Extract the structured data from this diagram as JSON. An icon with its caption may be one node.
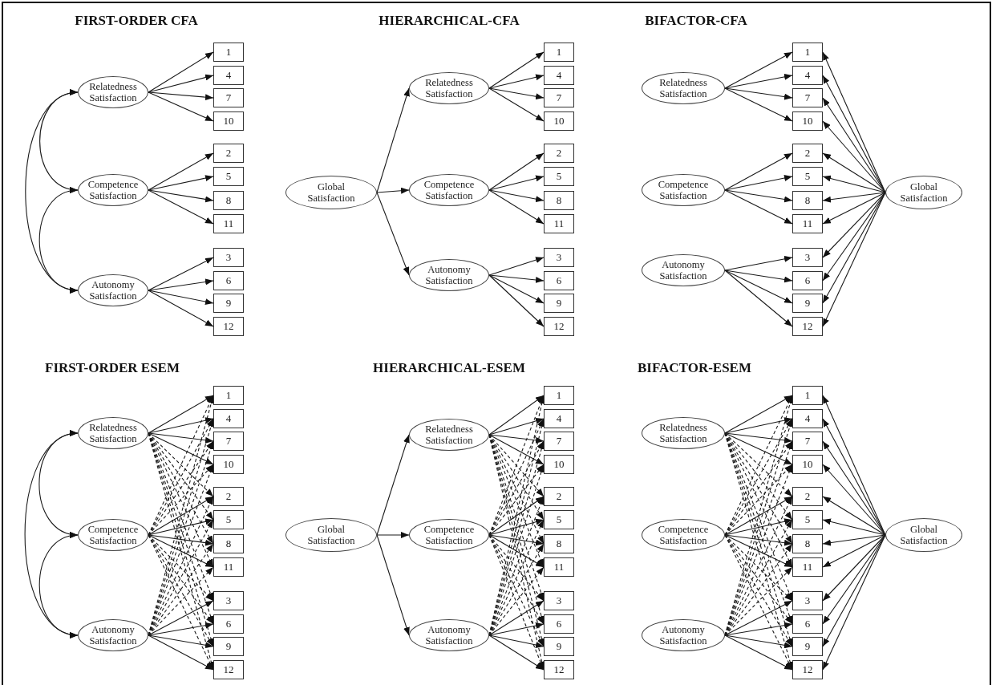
{
  "diagram": {
    "nodes": [
      {
        "text": [
          "Relatedness Satisfaction"
        ]
      },
      {
        "text": [
          "Competence Satisfaction"
        ]
      },
      {
        "text": [
          "Autonomy Satisfaction"
        ]
      },
      {
        "text": [
          "1"
        ]
      },
      {
        "text": [
          "4"
        ]
      },
      {
        "text": [
          "7"
        ]
      },
      {
        "text": [
          "10"
        ]
      },
      {
        "text": [
          "2"
        ]
      },
      {
        "text": [
          "5"
        ]
      },
      {
        "text": [
          "8"
        ]
      },
      {
        "text": [
          "11"
        ]
      },
      {
        "text": [
          "3"
        ]
      },
      {
        "text": [
          "6"
        ]
      },
      {
        "text": [
          "9"
        ]
      },
      {
        "text": [
          "12"
        ]
      },
      {
        "text": [
          "Global Satisfaction"
        ]
      },
      {
        "text": [
          "Relatedness Satisfaction"
        ]
      },
      {
        "text": [
          "Competence Satisfaction"
        ]
      },
      {
        "text": [
          "Autonomy Satisfaction"
        ]
      },
      {
        "text": [
          "1"
        ]
      },
      {
        "text": [
          "4"
        ]
      },
      {
        "text": [
          "7"
        ]
      },
      {
        "text": [
          "10"
        ]
      },
      {
        "text": [
          "2"
        ]
      },
      {
        "text": [
          "5"
        ]
      },
      {
        "text": [
          "8"
        ]
      },
      {
        "text": [
          "11"
        ]
      },
      {
        "text": [
          "3"
        ]
      },
      {
        "text": [
          "6"
        ]
      },
      {
        "text": [
          "9"
        ]
      },
      {
        "text": [
          "12"
        ]
      },
      {
        "text": [
          "Relatedness Satisfaction"
        ]
      },
      {
        "text": [
          "Competence Satisfaction"
        ]
      },
      {
        "text": [
          "Autonomy Satisfaction"
        ]
      },
      {
        "text": [
          "1"
        ]
      },
      {
        "text": [
          "4"
        ]
      },
      {
        "text": [
          "7"
        ]
      },
      {
        "text": [
          "10"
        ]
      },
      {
        "text": [
          "2"
        ]
      },
      {
        "text": [
          "5"
        ]
      },
      {
        "text": [
          "8"
        ]
      },
      {
        "text": [
          "11"
        ]
      },
      {
        "text": [
          "3"
        ]
      },
      {
        "text": [
          "6"
        ]
      },
      {
        "text": [
          "9"
        ]
      },
      {
        "text": [
          "12"
        ]
      },
      {
        "text": [
          "Global Satisfaction"
        ]
      },
      {
        "text": [
          "Relatedness Satisfaction"
        ]
      },
      {
        "text": [
          "Competence Satisfaction"
        ]
      },
      {
        "text": [
          "Autonomy Satisfaction"
        ]
      },
      {
        "text": [
          "1"
        ]
      },
      {
        "text": [
          "4"
        ]
      },
      {
        "text": [
          "7"
        ]
      },
      {
        "text": [
          "10"
        ]
      },
      {
        "text": [
          "2"
        ]
      },
      {
        "text": [
          "5"
        ]
      },
      {
        "text": [
          "8"
        ]
      },
      {
        "text": [
          "11"
        ]
      },
      {
        "text": [
          "3"
        ]
      },
      {
        "text": [
          "6"
        ]
      },
      {
        "text": [
          "9"
        ]
      },
      {
        "text": [
          "12"
        ]
      },
      {
        "text": [
          "Global Satisfaction"
        ]
      },
      {
        "text": [
          "Relatedness Satisfaction"
        ]
      },
      {
        "text": [
          "Competence Satisfaction"
        ]
      },
      {
        "text": [
          "Autonomy Satisfaction"
        ]
      },
      {
        "text": [
          "1"
        ]
      },
      {
        "text": [
          "4"
        ]
      },
      {
        "text": [
          "7"
        ]
      },
      {
        "text": [
          "10"
        ]
      },
      {
        "text": [
          "2"
        ]
      },
      {
        "text": [
          "5"
        ]
      },
      {
        "text": [
          "8"
        ]
      },
      {
        "text": [
          "11"
        ]
      },
      {
        "text": [
          "3"
        ]
      },
      {
        "text": [
          "6"
        ]
      },
      {
        "text": [
          "9"
        ]
      },
      {
        "text": [
          "12"
        ]
      },
      {
        "text": [
          "Relatedness Satisfaction"
        ]
      },
      {
        "text": [
          "Competence Satisfaction"
        ]
      },
      {
        "text": [
          "Autonomy Satisfaction"
        ]
      },
      {
        "text": [
          "1"
        ]
      },
      {
        "text": [
          "4"
        ]
      },
      {
        "text": [
          "7"
        ]
      },
      {
        "text": [
          "10"
        ]
      },
      {
        "text": [
          "2"
        ]
      },
      {
        "text": [
          "5"
        ]
      },
      {
        "text": [
          "8"
        ]
      },
      {
        "text": [
          "11"
        ]
      },
      {
        "text": [
          "3"
        ]
      },
      {
        "text": [
          "6"
        ]
      },
      {
        "text": [
          "9"
        ]
      },
      {
        "text": [
          "12"
        ]
      },
      {
        "text": [
          "Global Satisfaction"
        ]
      }
    ],
    "edges": [
      {
        "from": 0,
        "to": 3,
        "arrow": "to"
      },
      {
        "from": 0,
        "to": 4,
        "arrow": "to"
      },
      {
        "from": 0,
        "to": 5,
        "arrow": "to"
      },
      {
        "from": 0,
        "to": 6,
        "arrow": "to"
      },
      {
        "from": 1,
        "to": 7,
        "arrow": "to"
      },
      {
        "from": 1,
        "to": 8,
        "arrow": "to"
      },
      {
        "from": 1,
        "to": 9,
        "arrow": "to"
      },
      {
        "from": 1,
        "to": 10,
        "arrow": "to"
      },
      {
        "from": 2,
        "to": 11,
        "arrow": "to"
      },
      {
        "from": 2,
        "to": 12,
        "arrow": "to"
      },
      {
        "from": 2,
        "to": 13,
        "arrow": "to"
      },
      {
        "from": 2,
        "to": 14,
        "arrow": "to"
      },
      {
        "from": 0,
        "to": 1,
        "arrow": "both"
      },
      {
        "from": 1,
        "to": 2,
        "arrow": "both"
      },
      {
        "from": 0,
        "to": 2,
        "arrow": "both"
      },
      {
        "from": 15,
        "to": 16,
        "arrow": "to"
      },
      {
        "from": 15,
        "to": 17,
        "arrow": "to"
      },
      {
        "from": 15,
        "to": 18,
        "arrow": "to"
      },
      {
        "from": 16,
        "to": 19,
        "arrow": "to"
      },
      {
        "from": 16,
        "to": 20,
        "arrow": "to"
      },
      {
        "from": 16,
        "to": 21,
        "arrow": "to"
      },
      {
        "from": 16,
        "to": 22,
        "arrow": "to"
      },
      {
        "from": 17,
        "to": 23,
        "arrow": "to"
      },
      {
        "from": 17,
        "to": 24,
        "arrow": "to"
      },
      {
        "from": 17,
        "to": 25,
        "arrow": "to"
      },
      {
        "from": 17,
        "to": 26,
        "arrow": "to"
      },
      {
        "from": 18,
        "to": 27,
        "arrow": "to"
      },
      {
        "from": 18,
        "to": 28,
        "arrow": "to"
      },
      {
        "from": 18,
        "to": 29,
        "arrow": "to"
      },
      {
        "from": 18,
        "to": 30,
        "arrow": "to"
      },
      {
        "from": 31,
        "to": 34,
        "arrow": "to"
      },
      {
        "from": 31,
        "to": 35,
        "arrow": "to"
      },
      {
        "from": 31,
        "to": 36,
        "arrow": "to"
      },
      {
        "from": 31,
        "to": 37,
        "arrow": "to"
      },
      {
        "from": 32,
        "to": 38,
        "arrow": "to"
      },
      {
        "from": 32,
        "to": 39,
        "arrow": "to"
      },
      {
        "from": 32,
        "to": 40,
        "arrow": "to"
      },
      {
        "from": 32,
        "to": 41,
        "arrow": "to"
      },
      {
        "from": 33,
        "to": 42,
        "arrow": "to"
      },
      {
        "from": 33,
        "to": 43,
        "arrow": "to"
      },
      {
        "from": 33,
        "to": 44,
        "arrow": "to"
      },
      {
        "from": 33,
        "to": 45,
        "arrow": "to"
      },
      {
        "from": 46,
        "to": 34,
        "arrow": "to"
      },
      {
        "from": 46,
        "to": 35,
        "arrow": "to"
      },
      {
        "from": 46,
        "to": 36,
        "arrow": "to"
      },
      {
        "from": 46,
        "to": 37,
        "arrow": "to"
      },
      {
        "from": 46,
        "to": 38,
        "arrow": "to"
      },
      {
        "from": 46,
        "to": 39,
        "arrow": "to"
      },
      {
        "from": 46,
        "to": 40,
        "arrow": "to"
      },
      {
        "from": 46,
        "to": 41,
        "arrow": "to"
      },
      {
        "from": 46,
        "to": 42,
        "arrow": "to"
      },
      {
        "from": 46,
        "to": 43,
        "arrow": "to"
      },
      {
        "from": 46,
        "to": 44,
        "arrow": "to"
      },
      {
        "from": 46,
        "to": 45,
        "arrow": "to"
      },
      {
        "from": 47,
        "to": 50,
        "arrow": "to"
      },
      {
        "from": 47,
        "to": 51,
        "arrow": "to"
      },
      {
        "from": 47,
        "to": 52,
        "arrow": "to"
      },
      {
        "from": 47,
        "to": 53,
        "arrow": "to"
      },
      {
        "from": 47,
        "to": 54,
        "arrow": "to",
        "style": "dashed"
      },
      {
        "from": 47,
        "to": 55,
        "arrow": "to",
        "style": "dashed"
      },
      {
        "from": 47,
        "to": 56,
        "arrow": "to",
        "style": "dashed"
      },
      {
        "from": 47,
        "to": 57,
        "arrow": "to",
        "style": "dashed"
      },
      {
        "from": 47,
        "to": 58,
        "arrow": "to",
        "style": "dashed"
      },
      {
        "from": 47,
        "to": 59,
        "arrow": "to",
        "style": "dashed"
      },
      {
        "from": 47,
        "to": 60,
        "arrow": "to",
        "style": "dashed"
      },
      {
        "from": 47,
        "to": 61,
        "arrow": "to",
        "style": "dashed"
      },
      {
        "from": 48,
        "to": 50,
        "arrow": "to",
        "style": "dashed"
      },
      {
        "from": 48,
        "to": 51,
        "arrow": "to",
        "style": "dashed"
      },
      {
        "from": 48,
        "to": 52,
        "arrow": "to",
        "style": "dashed"
      },
      {
        "from": 48,
        "to": 53,
        "arrow": "to",
        "style": "dashed"
      },
      {
        "from": 48,
        "to": 54,
        "arrow": "to"
      },
      {
        "from": 48,
        "to": 55,
        "arrow": "to"
      },
      {
        "from": 48,
        "to": 56,
        "arrow": "to"
      },
      {
        "from": 48,
        "to": 57,
        "arrow": "to"
      },
      {
        "from": 48,
        "to": 58,
        "arrow": "to",
        "style": "dashed"
      },
      {
        "from": 48,
        "to": 59,
        "arrow": "to",
        "style": "dashed"
      },
      {
        "from": 48,
        "to": 60,
        "arrow": "to",
        "style": "dashed"
      },
      {
        "from": 48,
        "to": 61,
        "arrow": "to",
        "style": "dashed"
      },
      {
        "from": 49,
        "to": 50,
        "arrow": "to",
        "style": "dashed"
      },
      {
        "from": 49,
        "to": 51,
        "arrow": "to",
        "style": "dashed"
      },
      {
        "from": 49,
        "to": 52,
        "arrow": "to",
        "style": "dashed"
      },
      {
        "from": 49,
        "to": 53,
        "arrow": "to",
        "style": "dashed"
      },
      {
        "from": 49,
        "to": 54,
        "arrow": "to",
        "style": "dashed"
      },
      {
        "from": 49,
        "to": 55,
        "arrow": "to",
        "style": "dashed"
      },
      {
        "from": 49,
        "to": 56,
        "arrow": "to",
        "style": "dashed"
      },
      {
        "from": 49,
        "to": 57,
        "arrow": "to",
        "style": "dashed"
      },
      {
        "from": 49,
        "to": 58,
        "arrow": "to"
      },
      {
        "from": 49,
        "to": 59,
        "arrow": "to"
      },
      {
        "from": 49,
        "to": 60,
        "arrow": "to"
      },
      {
        "from": 49,
        "to": 61,
        "arrow": "to"
      },
      {
        "from": 47,
        "to": 48,
        "arrow": "both"
      },
      {
        "from": 48,
        "to": 49,
        "arrow": "both"
      },
      {
        "from": 47,
        "to": 49,
        "arrow": "both"
      },
      {
        "from": 62,
        "to": 63,
        "arrow": "to"
      },
      {
        "from": 62,
        "to": 64,
        "arrow": "to"
      },
      {
        "from": 62,
        "to": 65,
        "arrow": "to"
      },
      {
        "from": 63,
        "to": 66,
        "arrow": "to"
      },
      {
        "from": 63,
        "to": 67,
        "arrow": "to"
      },
      {
        "from": 63,
        "to": 68,
        "arrow": "to"
      },
      {
        "from": 63,
        "to": 69,
        "arrow": "to"
      },
      {
        "from": 63,
        "to": 70,
        "arrow": "to",
        "style": "dashed"
      },
      {
        "from": 63,
        "to": 71,
        "arrow": "to",
        "style": "dashed"
      },
      {
        "from": 63,
        "to": 72,
        "arrow": "to",
        "style": "dashed"
      },
      {
        "from": 63,
        "to": 73,
        "arrow": "to",
        "style": "dashed"
      },
      {
        "from": 63,
        "to": 74,
        "arrow": "to",
        "style": "dashed"
      },
      {
        "from": 63,
        "to": 75,
        "arrow": "to",
        "style": "dashed"
      },
      {
        "from": 63,
        "to": 76,
        "arrow": "to",
        "style": "dashed"
      },
      {
        "from": 63,
        "to": 77,
        "arrow": "to",
        "style": "dashed"
      },
      {
        "from": 64,
        "to": 66,
        "arrow": "to",
        "style": "dashed"
      },
      {
        "from": 64,
        "to": 67,
        "arrow": "to",
        "style": "dashed"
      },
      {
        "from": 64,
        "to": 68,
        "arrow": "to",
        "style": "dashed"
      },
      {
        "from": 64,
        "to": 69,
        "arrow": "to",
        "style": "dashed"
      },
      {
        "from": 64,
        "to": 70,
        "arrow": "to"
      },
      {
        "from": 64,
        "to": 71,
        "arrow": "to"
      },
      {
        "from": 64,
        "to": 72,
        "arrow": "to"
      },
      {
        "from": 64,
        "to": 73,
        "arrow": "to"
      },
      {
        "from": 64,
        "to": 74,
        "arrow": "to",
        "style": "dashed"
      },
      {
        "from": 64,
        "to": 75,
        "arrow": "to",
        "style": "dashed"
      },
      {
        "from": 64,
        "to": 76,
        "arrow": "to",
        "style": "dashed"
      },
      {
        "from": 64,
        "to": 77,
        "arrow": "to",
        "style": "dashed"
      },
      {
        "from": 65,
        "to": 66,
        "arrow": "to",
        "style": "dashed"
      },
      {
        "from": 65,
        "to": 67,
        "arrow": "to",
        "style": "dashed"
      },
      {
        "from": 65,
        "to": 68,
        "arrow": "to",
        "style": "dashed"
      },
      {
        "from": 65,
        "to": 69,
        "arrow": "to",
        "style": "dashed"
      },
      {
        "from": 65,
        "to": 70,
        "arrow": "to",
        "style": "dashed"
      },
      {
        "from": 65,
        "to": 71,
        "arrow": "to",
        "style": "dashed"
      },
      {
        "from": 65,
        "to": 72,
        "arrow": "to",
        "style": "dashed"
      },
      {
        "from": 65,
        "to": 73,
        "arrow": "to",
        "style": "dashed"
      },
      {
        "from": 65,
        "to": 74,
        "arrow": "to"
      },
      {
        "from": 65,
        "to": 75,
        "arrow": "to"
      },
      {
        "from": 65,
        "to": 76,
        "arrow": "to"
      },
      {
        "from": 65,
        "to": 77,
        "arrow": "to"
      },
      {
        "from": 78,
        "to": 81,
        "arrow": "to"
      },
      {
        "from": 78,
        "to": 82,
        "arrow": "to"
      },
      {
        "from": 78,
        "to": 83,
        "arrow": "to"
      },
      {
        "from": 78,
        "to": 84,
        "arrow": "to"
      },
      {
        "from": 78,
        "to": 85,
        "arrow": "to",
        "style": "dashed"
      },
      {
        "from": 78,
        "to": 86,
        "arrow": "to",
        "style": "dashed"
      },
      {
        "from": 78,
        "to": 87,
        "arrow": "to",
        "style": "dashed"
      },
      {
        "from": 78,
        "to": 88,
        "arrow": "to",
        "style": "dashed"
      },
      {
        "from": 78,
        "to": 89,
        "arrow": "to",
        "style": "dashed"
      },
      {
        "from": 78,
        "to": 90,
        "arrow": "to",
        "style": "dashed"
      },
      {
        "from": 78,
        "to": 91,
        "arrow": "to",
        "style": "dashed"
      },
      {
        "from": 78,
        "to": 92,
        "arrow": "to",
        "style": "dashed"
      },
      {
        "from": 79,
        "to": 81,
        "arrow": "to",
        "style": "dashed"
      },
      {
        "from": 79,
        "to": 82,
        "arrow": "to",
        "style": "dashed"
      },
      {
        "from": 79,
        "to": 83,
        "arrow": "to",
        "style": "dashed"
      },
      {
        "from": 79,
        "to": 84,
        "arrow": "to",
        "style": "dashed"
      },
      {
        "from": 79,
        "to": 85,
        "arrow": "to"
      },
      {
        "from": 79,
        "to": 86,
        "arrow": "to"
      },
      {
        "from": 79,
        "to": 87,
        "arrow": "to"
      },
      {
        "from": 79,
        "to": 88,
        "arrow": "to"
      },
      {
        "from": 79,
        "to": 89,
        "arrow": "to",
        "style": "dashed"
      },
      {
        "from": 79,
        "to": 90,
        "arrow": "to",
        "style": "dashed"
      },
      {
        "from": 79,
        "to": 91,
        "arrow": "to",
        "style": "dashed"
      },
      {
        "from": 79,
        "to": 92,
        "arrow": "to",
        "style": "dashed"
      },
      {
        "from": 80,
        "to": 81,
        "arrow": "to",
        "style": "dashed"
      },
      {
        "from": 80,
        "to": 82,
        "arrow": "to",
        "style": "dashed"
      },
      {
        "from": 80,
        "to": 83,
        "arrow": "to",
        "style": "dashed"
      },
      {
        "from": 80,
        "to": 84,
        "arrow": "to",
        "style": "dashed"
      },
      {
        "from": 80,
        "to": 85,
        "arrow": "to",
        "style": "dashed"
      },
      {
        "from": 80,
        "to": 86,
        "arrow": "to",
        "style": "dashed"
      },
      {
        "from": 80,
        "to": 87,
        "arrow": "to",
        "style": "dashed"
      },
      {
        "from": 80,
        "to": 88,
        "arrow": "to",
        "style": "dashed"
      },
      {
        "from": 80,
        "to": 89,
        "arrow": "to"
      },
      {
        "from": 80,
        "to": 90,
        "arrow": "to"
      },
      {
        "from": 80,
        "to": 91,
        "arrow": "to"
      },
      {
        "from": 80,
        "to": 92,
        "arrow": "to"
      },
      {
        "from": 93,
        "to": 81,
        "arrow": "to"
      },
      {
        "from": 93,
        "to": 82,
        "arrow": "to"
      },
      {
        "from": 93,
        "to": 83,
        "arrow": "to"
      },
      {
        "from": 93,
        "to": 84,
        "arrow": "to"
      },
      {
        "from": 93,
        "to": 85,
        "arrow": "to"
      },
      {
        "from": 93,
        "to": 86,
        "arrow": "to"
      },
      {
        "from": 93,
        "to": 87,
        "arrow": "to"
      },
      {
        "from": 93,
        "to": 88,
        "arrow": "to"
      },
      {
        "from": 93,
        "to": 89,
        "arrow": "to"
      },
      {
        "from": 93,
        "to": 90,
        "arrow": "to"
      },
      {
        "from": 93,
        "to": 91,
        "arrow": "to"
      },
      {
        "from": 93,
        "to": 92,
        "arrow": "to"
      }
    ],
    "labels": [
      "FIRST-ORDER CFA",
      "HIERARCHICAL-CFA",
      "BIFACTOR-CFA",
      "FIRST-ORDER ESEM",
      "HIERARCHICAL-ESEM",
      "BIFACTOR-ESEM"
    ]
  }
}
